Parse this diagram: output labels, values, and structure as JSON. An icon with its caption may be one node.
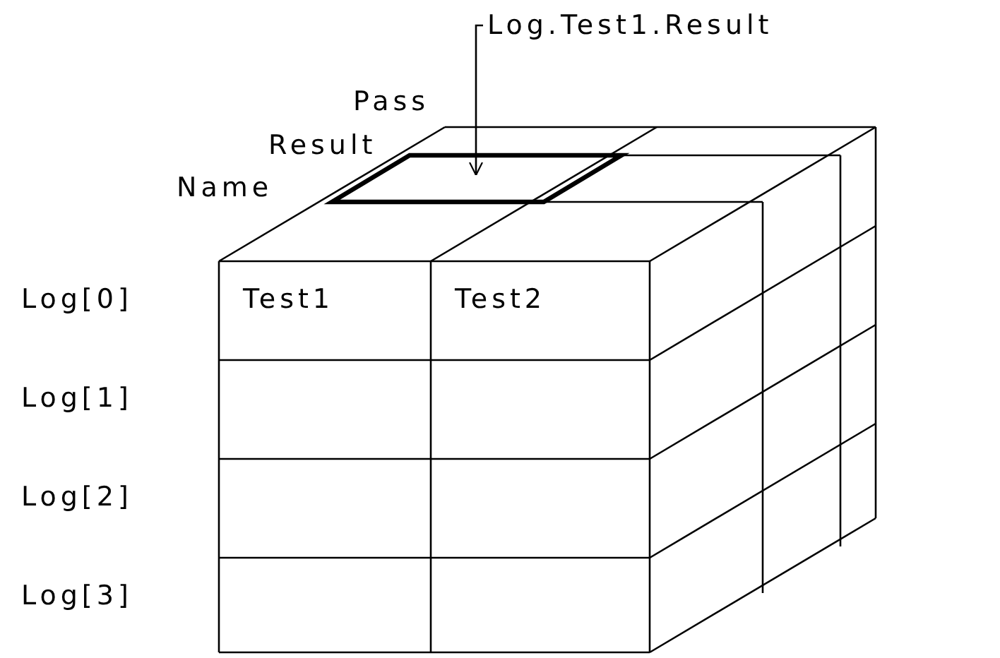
{
  "diagram": {
    "nodes": [
      {
        "text": [
          "Log.Test1.Result"
        ]
      },
      {
        "text": [],
        "shape": "box"
      }
    ],
    "edges": [
      {
        "from": 0,
        "to": 1,
        "arrow": "to"
      }
    ],
    "labels": [
      "Pass",
      "Result",
      "Name",
      "Log[0]",
      "Test1",
      "Test2",
      "Log[1]",
      "Log[2]",
      "Log[3]"
    ]
  }
}
